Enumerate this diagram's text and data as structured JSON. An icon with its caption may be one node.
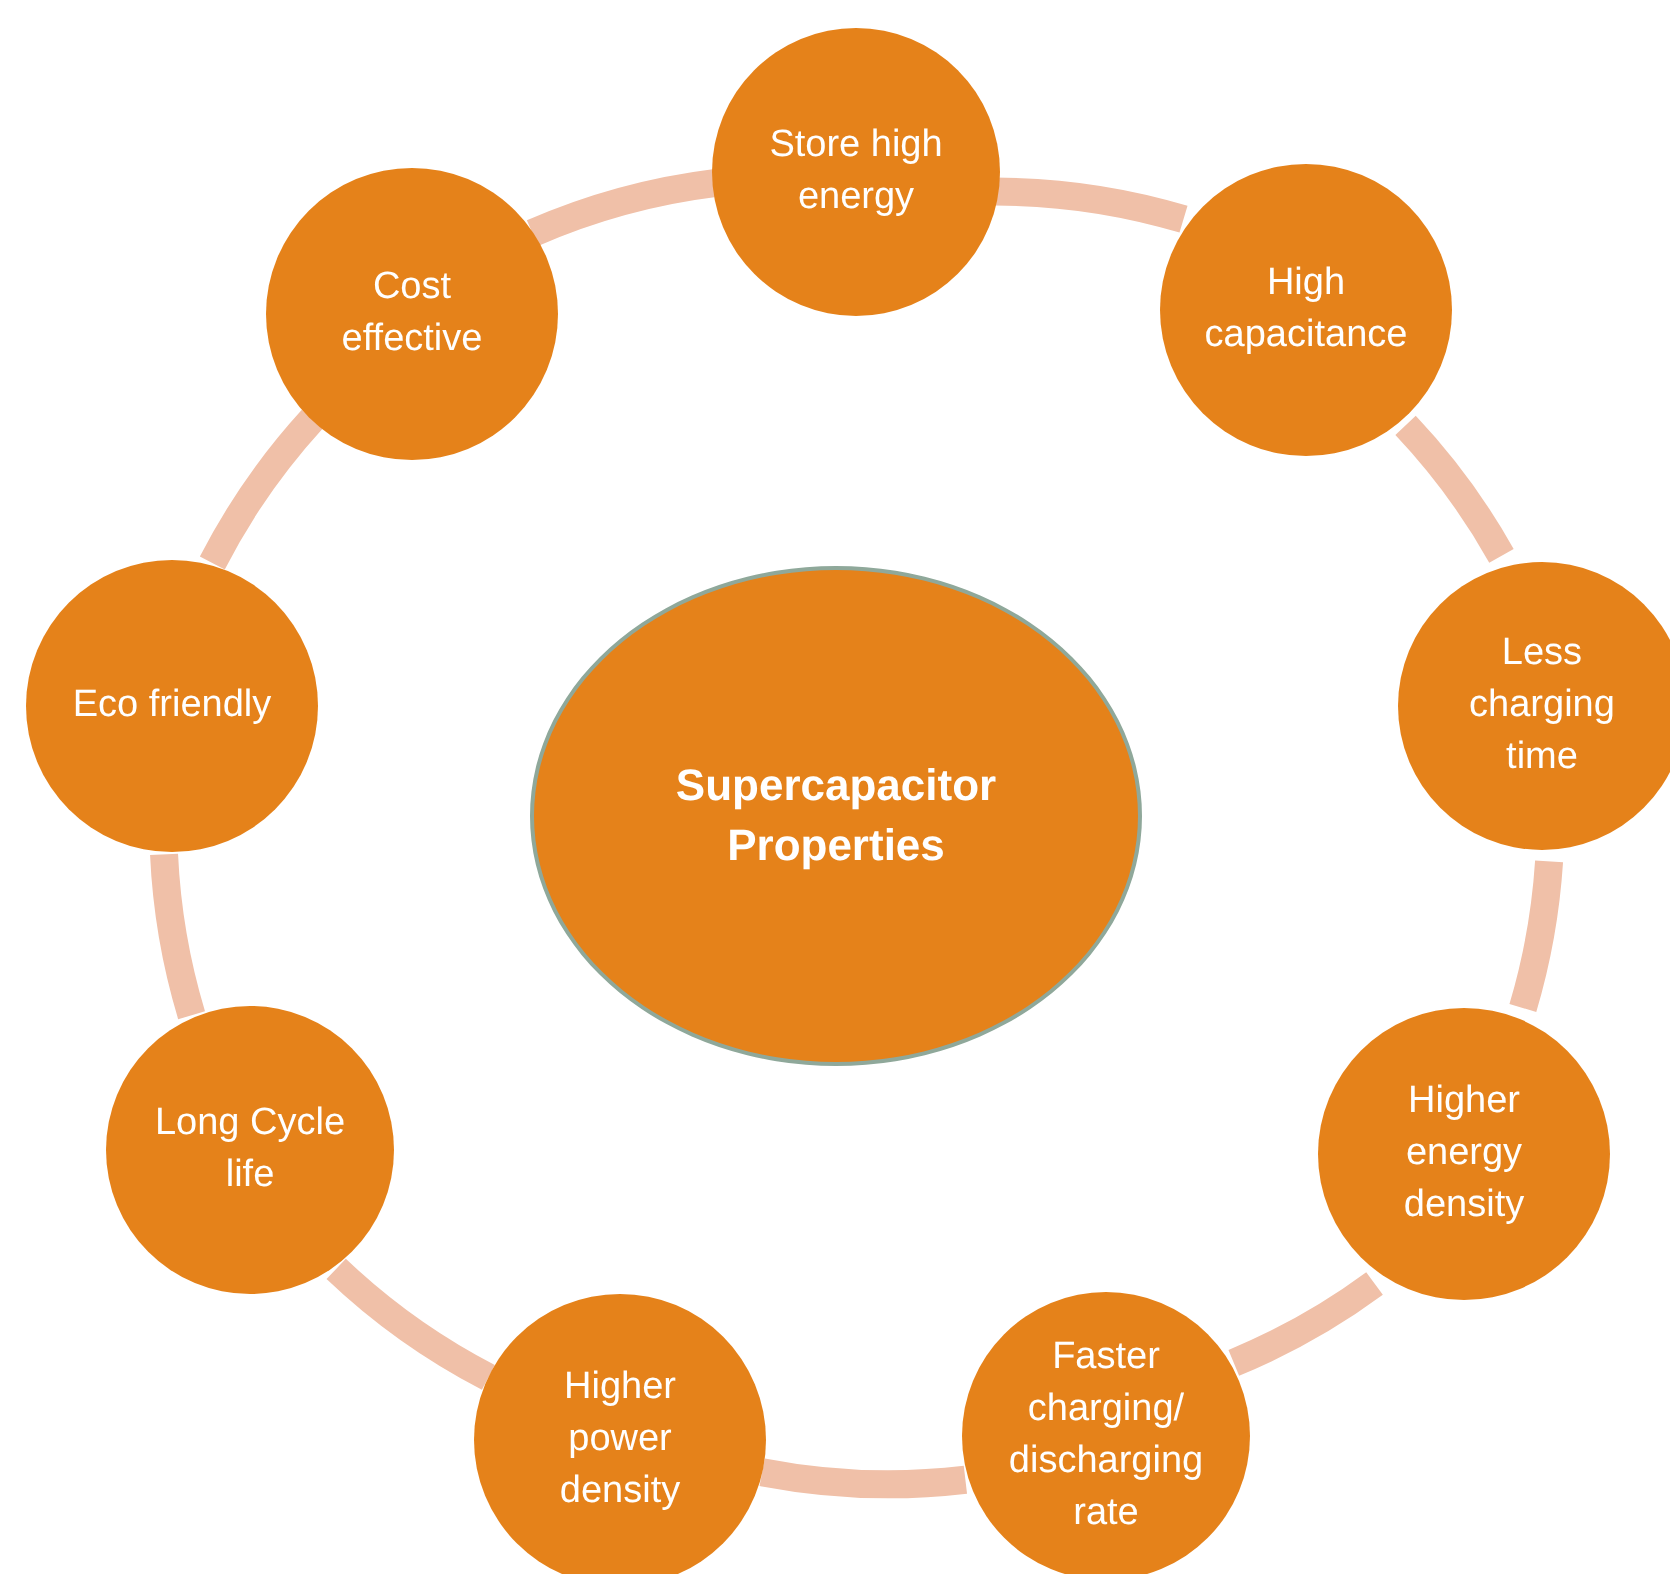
{
  "diagram": {
    "nodes": [
      {
        "text": [
          "Supercapacitor Properties"
        ]
      },
      {
        "text": [
          "Store high energy"
        ]
      },
      {
        "text": [
          "High capacitance"
        ]
      },
      {
        "text": [
          "Less charging time"
        ]
      },
      {
        "text": [
          "Higher energy density"
        ]
      },
      {
        "text": [
          "Faster charging/ discharging rate"
        ]
      },
      {
        "text": [
          "Higher power density"
        ]
      },
      {
        "text": [
          "Long Cycle life"
        ]
      },
      {
        "text": [
          "Eco friendly"
        ]
      },
      {
        "text": [
          "Cost effective"
        ]
      }
    ],
    "edges": [
      {
        "from": 1,
        "to": 2,
        "arrow": "none"
      },
      {
        "from": 2,
        "to": 3,
        "arrow": "none"
      },
      {
        "from": 3,
        "to": 4,
        "arrow": "none"
      },
      {
        "from": 4,
        "to": 5,
        "arrow": "none"
      },
      {
        "from": 5,
        "to": 6,
        "arrow": "none"
      },
      {
        "from": 6,
        "to": 7,
        "arrow": "none"
      },
      {
        "from": 7,
        "to": 8,
        "arrow": "none"
      },
      {
        "from": 8,
        "to": 9,
        "arrow": "none"
      },
      {
        "from": 9,
        "to": 1,
        "arrow": "none"
      }
    ]
  }
}
